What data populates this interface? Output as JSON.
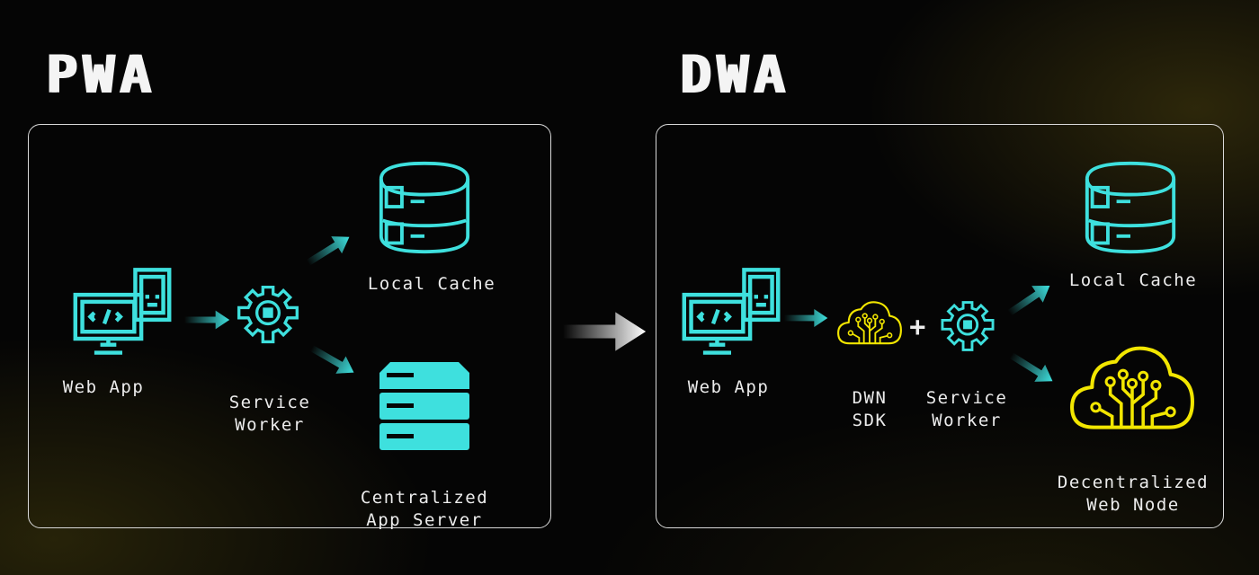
{
  "pwa": {
    "title": "PWA",
    "web_app": "Web App",
    "service_worker": [
      "Service",
      "Worker"
    ],
    "local_cache": "Local Cache",
    "app_server": [
      "Centralized",
      "App Server"
    ]
  },
  "dwa": {
    "title": "DWA",
    "web_app": "Web App",
    "dwn_sdk": [
      "DWN",
      "SDK"
    ],
    "plus": "+",
    "service_worker": [
      "Service",
      "Worker"
    ],
    "local_cache": "Local Cache",
    "web_node": [
      "Decentralized",
      "Web Node"
    ]
  },
  "colors": {
    "accent_cyan": "#3ee0de",
    "accent_yellow": "#f2e600",
    "panel_border": "#d9d9d9",
    "background": "#050505"
  },
  "icons": {
    "web_app": "desktop-phone-icon",
    "service_worker": "gear-icon",
    "local_cache": "database-icon",
    "app_server": "server-stack-icon",
    "dwn_sdk": "cloud-circuit-icon",
    "web_node": "cloud-circuit-icon",
    "flow_arrow": "arrow-icon"
  }
}
